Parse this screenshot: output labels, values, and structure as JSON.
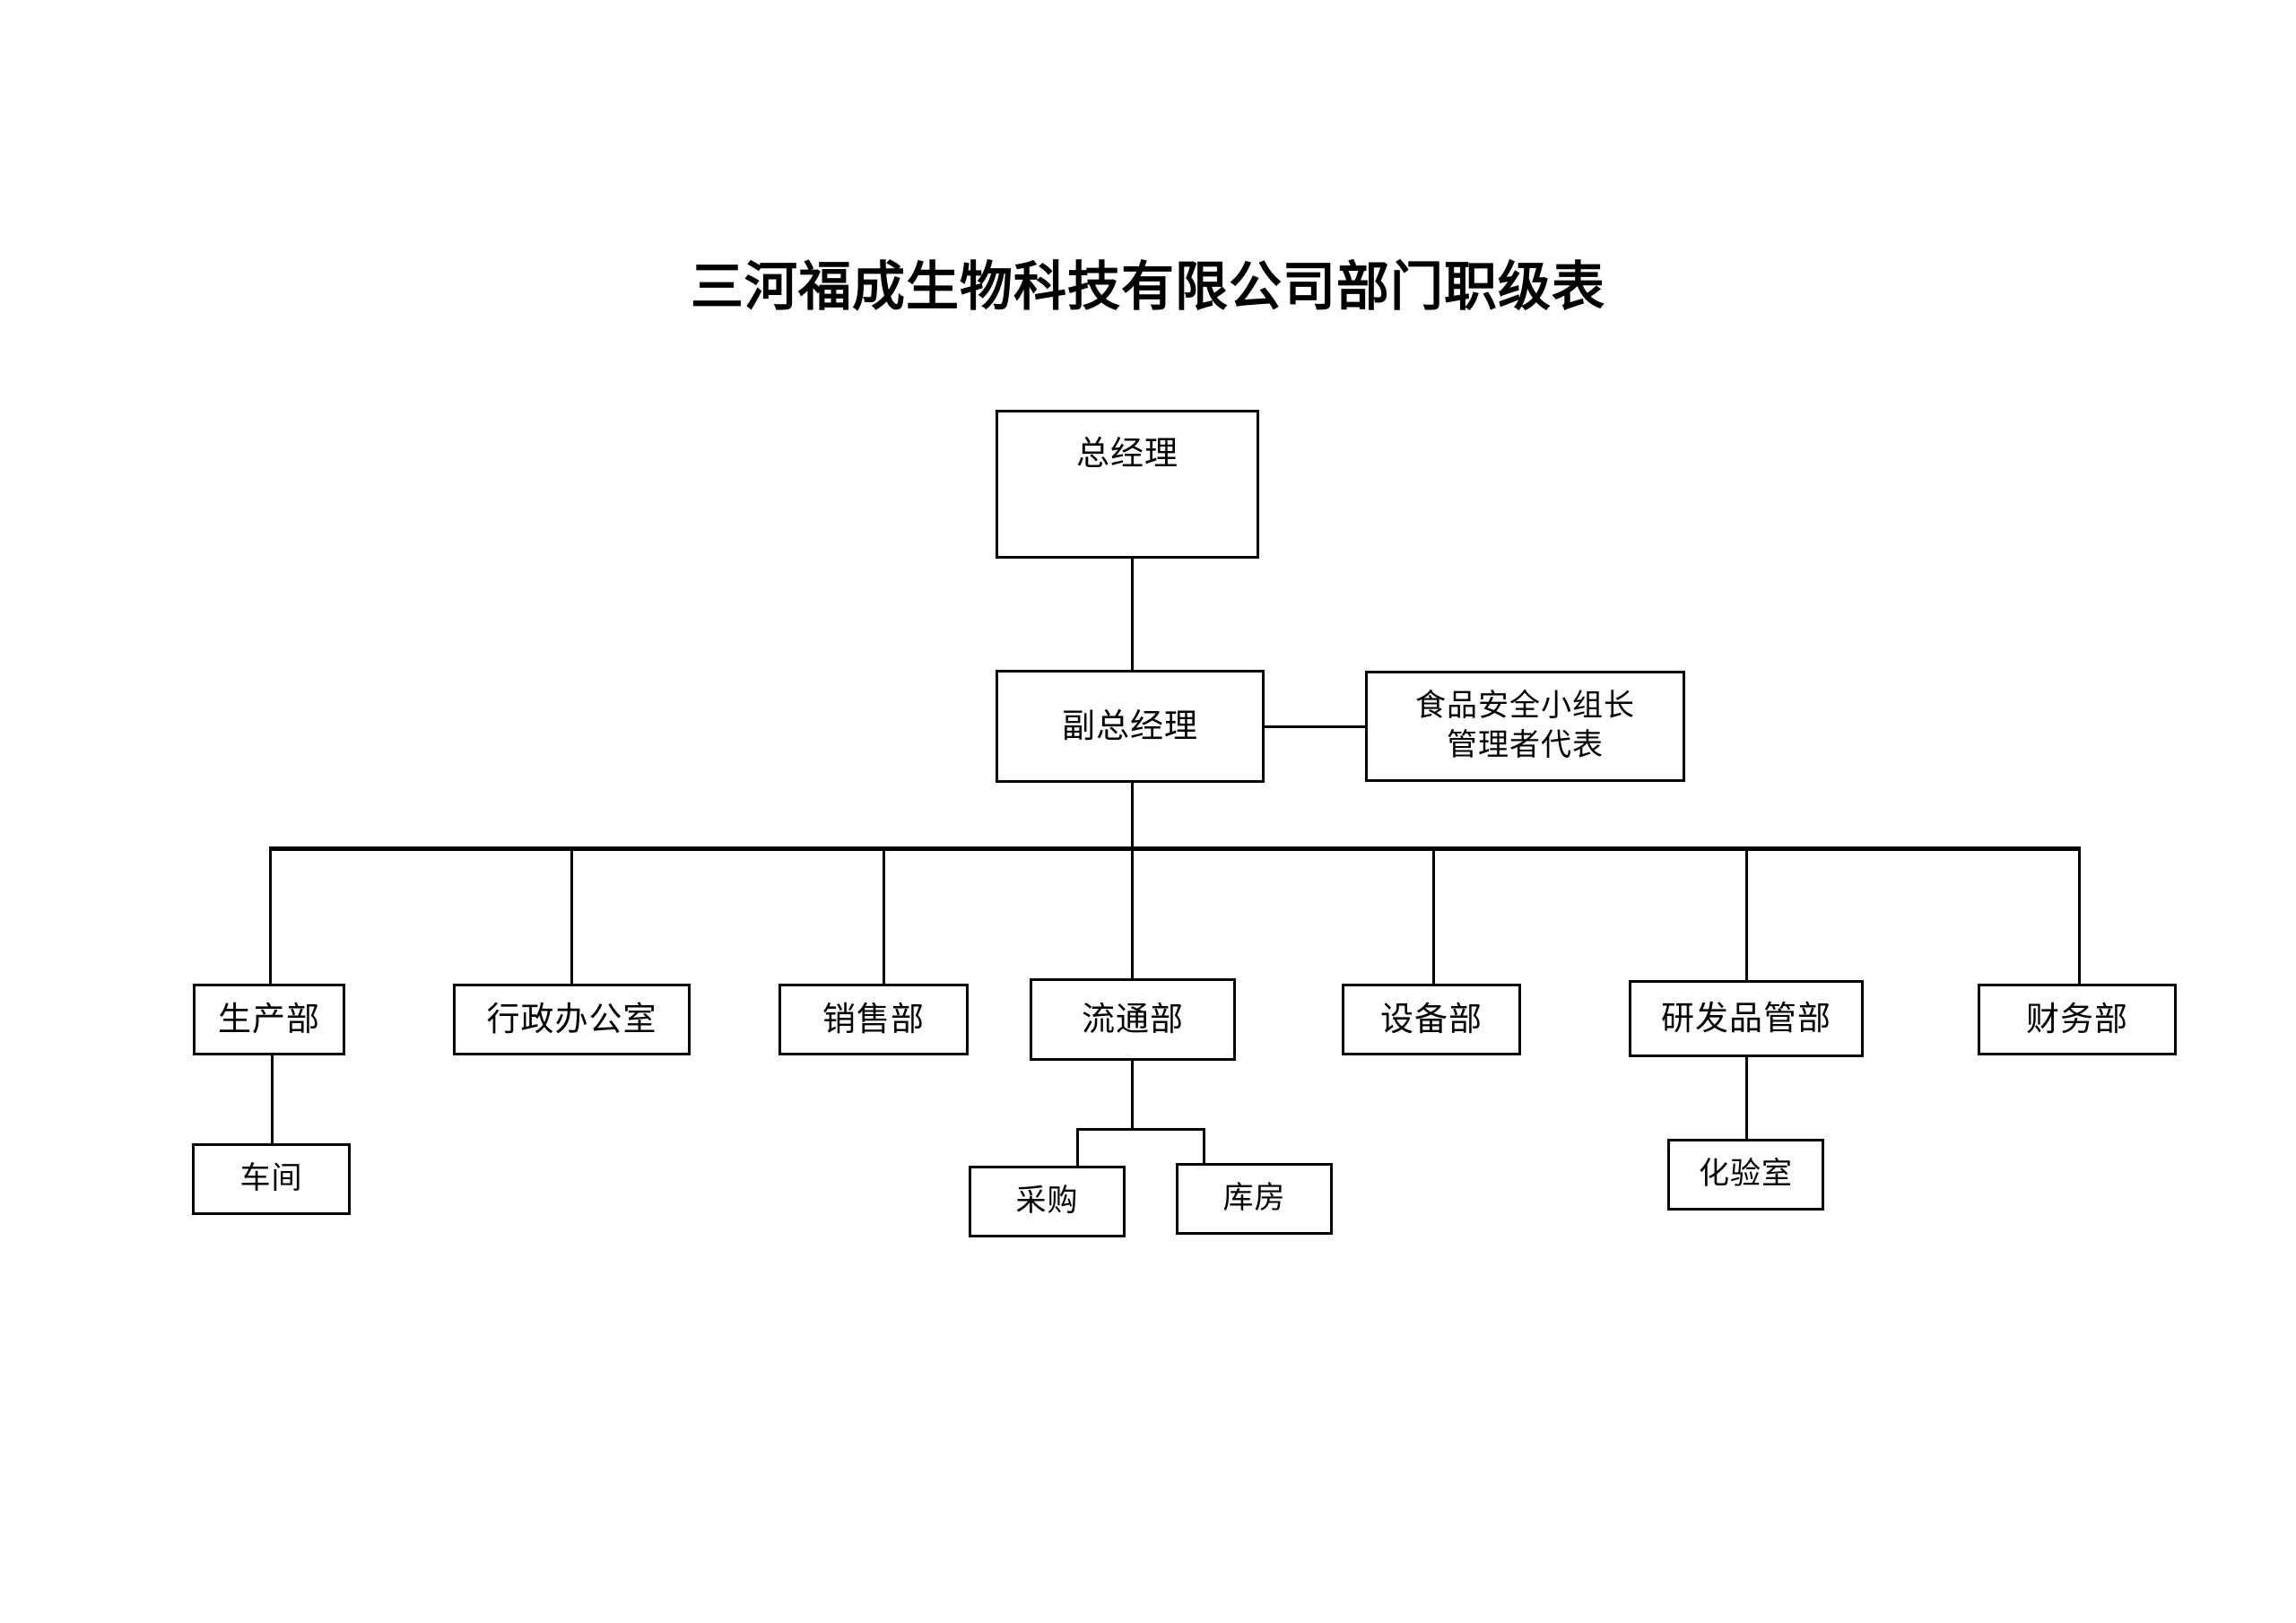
{
  "page": {
    "title": "三河福成生物科技有限公司部门职级表",
    "background_color": "#ffffff",
    "line_color": "#000000",
    "text_color": "#000000"
  },
  "chart_data": {
    "type": "diagram",
    "diagram_kind": "organizational-chart",
    "title": "三河福成生物科技有限公司部门职级表",
    "nodes": [
      {
        "id": "general-manager",
        "label": "总经理",
        "level": 0
      },
      {
        "id": "deputy-general-manager",
        "label": "副总经理",
        "level": 1
      },
      {
        "id": "food-safety-leader",
        "label": "食品安全小组长\n管理者代表",
        "level": 1
      },
      {
        "id": "production-department",
        "label": "生产部",
        "level": 2
      },
      {
        "id": "administrative-office",
        "label": "行政办公室",
        "level": 2
      },
      {
        "id": "sales-department",
        "label": "销售部",
        "level": 2
      },
      {
        "id": "distribution-department",
        "label": "流通部",
        "level": 2
      },
      {
        "id": "equipment-department",
        "label": "设备部",
        "level": 2
      },
      {
        "id": "rd-quality-department",
        "label": "研发品管部",
        "level": 2
      },
      {
        "id": "finance-department",
        "label": "财务部",
        "level": 2
      },
      {
        "id": "workshop",
        "label": "车间",
        "level": 3
      },
      {
        "id": "purchasing",
        "label": "采购",
        "level": 3
      },
      {
        "id": "warehouse",
        "label": "库房",
        "level": 3
      },
      {
        "id": "laboratory",
        "label": "化验室",
        "level": 3
      }
    ],
    "edges": [
      {
        "from": "general-manager",
        "to": "deputy-general-manager"
      },
      {
        "from": "deputy-general-manager",
        "to": "food-safety-leader"
      },
      {
        "from": "deputy-general-manager",
        "to": "production-department"
      },
      {
        "from": "deputy-general-manager",
        "to": "administrative-office"
      },
      {
        "from": "deputy-general-manager",
        "to": "sales-department"
      },
      {
        "from": "deputy-general-manager",
        "to": "distribution-department"
      },
      {
        "from": "deputy-general-manager",
        "to": "equipment-department"
      },
      {
        "from": "deputy-general-manager",
        "to": "rd-quality-department"
      },
      {
        "from": "deputy-general-manager",
        "to": "finance-department"
      },
      {
        "from": "production-department",
        "to": "workshop"
      },
      {
        "from": "distribution-department",
        "to": "purchasing"
      },
      {
        "from": "distribution-department",
        "to": "warehouse"
      },
      {
        "from": "rd-quality-department",
        "to": "laboratory"
      }
    ]
  },
  "nodes": {
    "general_manager": {
      "label": "总经理"
    },
    "deputy_general_manager": {
      "label": "副总经理"
    },
    "food_safety_leader": {
      "label": "食品安全小组长\n管理者代表"
    },
    "production_department": {
      "label": "生产部"
    },
    "administrative_office": {
      "label": "行政办公室"
    },
    "sales_department": {
      "label": "销售部"
    },
    "distribution_department": {
      "label": "流通部"
    },
    "equipment_department": {
      "label": "设备部"
    },
    "rd_quality_department": {
      "label": "研发品管部"
    },
    "finance_department": {
      "label": "财务部"
    },
    "workshop": {
      "label": "车间"
    },
    "purchasing": {
      "label": "采购"
    },
    "warehouse": {
      "label": "库房"
    },
    "laboratory": {
      "label": "化验室"
    }
  }
}
